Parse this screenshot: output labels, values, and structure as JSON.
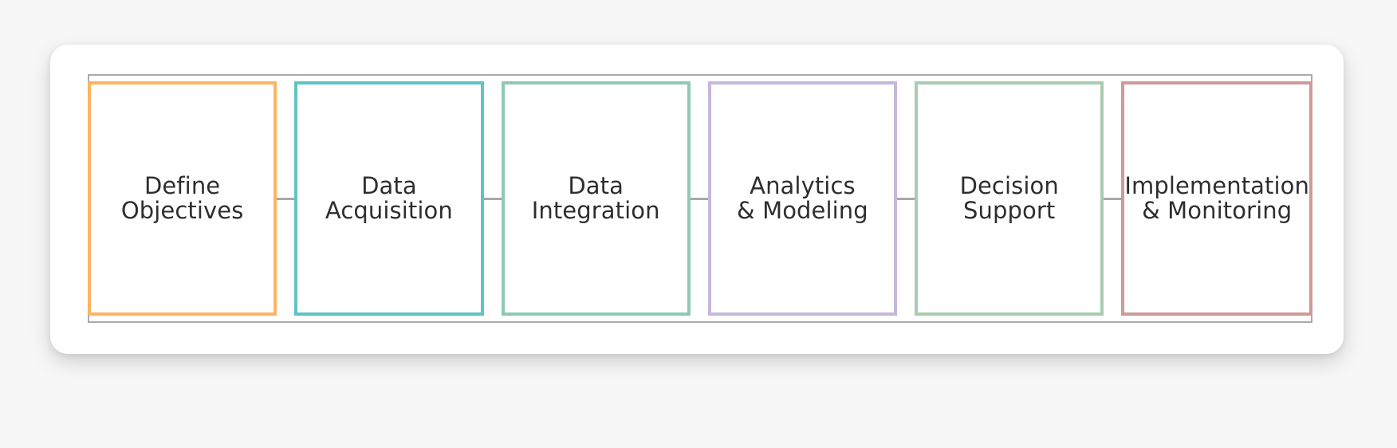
{
  "diagram": {
    "type": "process-flow",
    "orientation": "horizontal",
    "card_background": "#ffffff",
    "page_background": "#f7f7f7",
    "frame_border_color": "#aaaaaa",
    "connector_color": "#a8a8a8",
    "text_color": "#2e2e2e",
    "steps": [
      {
        "index": 1,
        "name": "define-objectives",
        "line1": "Define",
        "line2": "Objectives",
        "border_color": "#fdb462"
      },
      {
        "index": 2,
        "name": "data-acquisition",
        "line1": "Data",
        "line2": "Acquisition",
        "border_color": "#5fc4c4"
      },
      {
        "index": 3,
        "name": "data-integration",
        "line1": "Data",
        "line2": "Integration",
        "border_color": "#8fc9b4"
      },
      {
        "index": 4,
        "name": "analytics-modeling",
        "line1": "Analytics",
        "line2": "& Modeling",
        "border_color": "#c6b8dc"
      },
      {
        "index": 5,
        "name": "decision-support",
        "line1": "Decision",
        "line2": "Support",
        "border_color": "#a8cdb0"
      },
      {
        "index": 6,
        "name": "implementation-monitoring",
        "line1": "Implementation",
        "line2": "& Monitoring",
        "border_color": "#cf9a9a"
      }
    ],
    "connectors": [
      {
        "from": 1,
        "to": 2
      },
      {
        "from": 2,
        "to": 3
      },
      {
        "from": 3,
        "to": 4
      },
      {
        "from": 4,
        "to": 5
      },
      {
        "from": 5,
        "to": 6
      }
    ]
  }
}
